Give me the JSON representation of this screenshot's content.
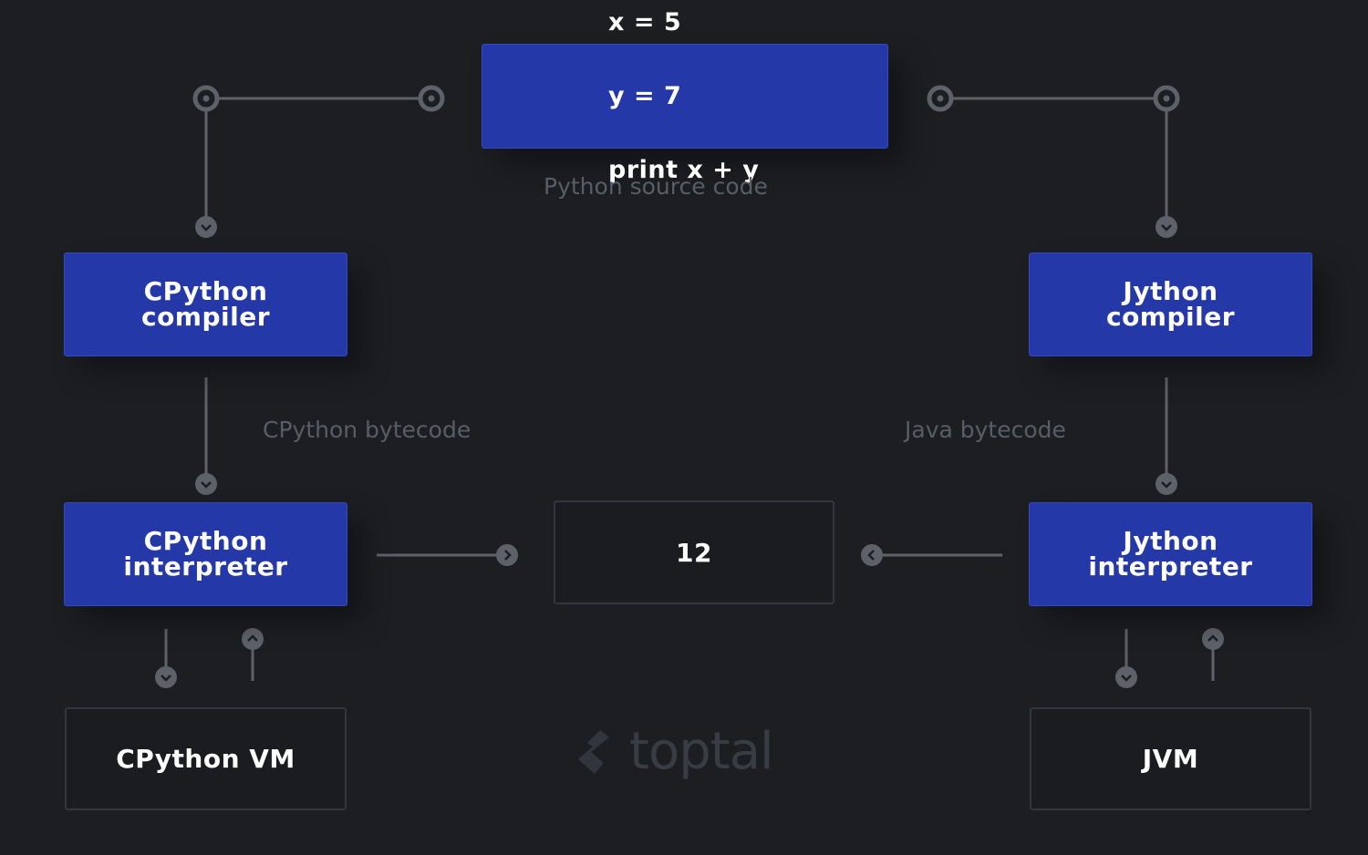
{
  "source": {
    "code_lines": [
      "x = 5",
      "y = 7",
      "print x + y"
    ],
    "caption": "Python source code"
  },
  "cpython": {
    "compiler": [
      "CPython",
      "compiler"
    ],
    "bytecode_label": "CPython bytecode",
    "interpreter": [
      "CPython",
      "interpreter"
    ],
    "vm": "CPython VM"
  },
  "jython": {
    "compiler": [
      "Jython",
      "compiler"
    ],
    "bytecode_label": "Java bytecode",
    "interpreter": [
      "Jython",
      "interpreter"
    ],
    "vm": "JVM"
  },
  "result": {
    "value": "12"
  },
  "brand": {
    "name": "toptal",
    "icon": "toptal-logo-icon"
  },
  "colors": {
    "background": "#1d1e22",
    "box_blue": "#2438a8",
    "connector": "#5f6168",
    "caption": "#5a5d66"
  }
}
